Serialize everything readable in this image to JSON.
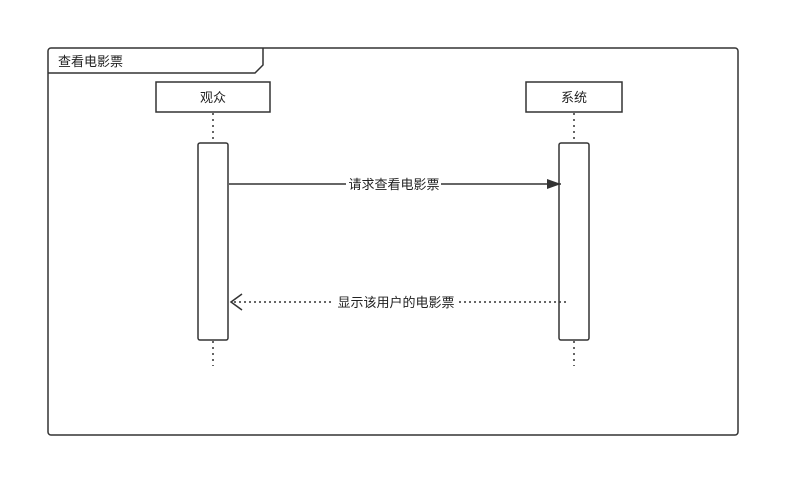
{
  "frame": {
    "title": "查看电影票"
  },
  "lifelines": [
    {
      "id": "viewer",
      "label": "观众"
    },
    {
      "id": "system",
      "label": "系统"
    }
  ],
  "messages": [
    {
      "id": "request",
      "from": "viewer",
      "to": "system",
      "label": "请求查看电影票",
      "style": "solid"
    },
    {
      "id": "reply",
      "from": "system",
      "to": "viewer",
      "label": "显示该用户的电影票",
      "style": "dotted"
    }
  ],
  "colors": {
    "stroke": "#333333",
    "text": "#222222",
    "background": "#ffffff"
  }
}
